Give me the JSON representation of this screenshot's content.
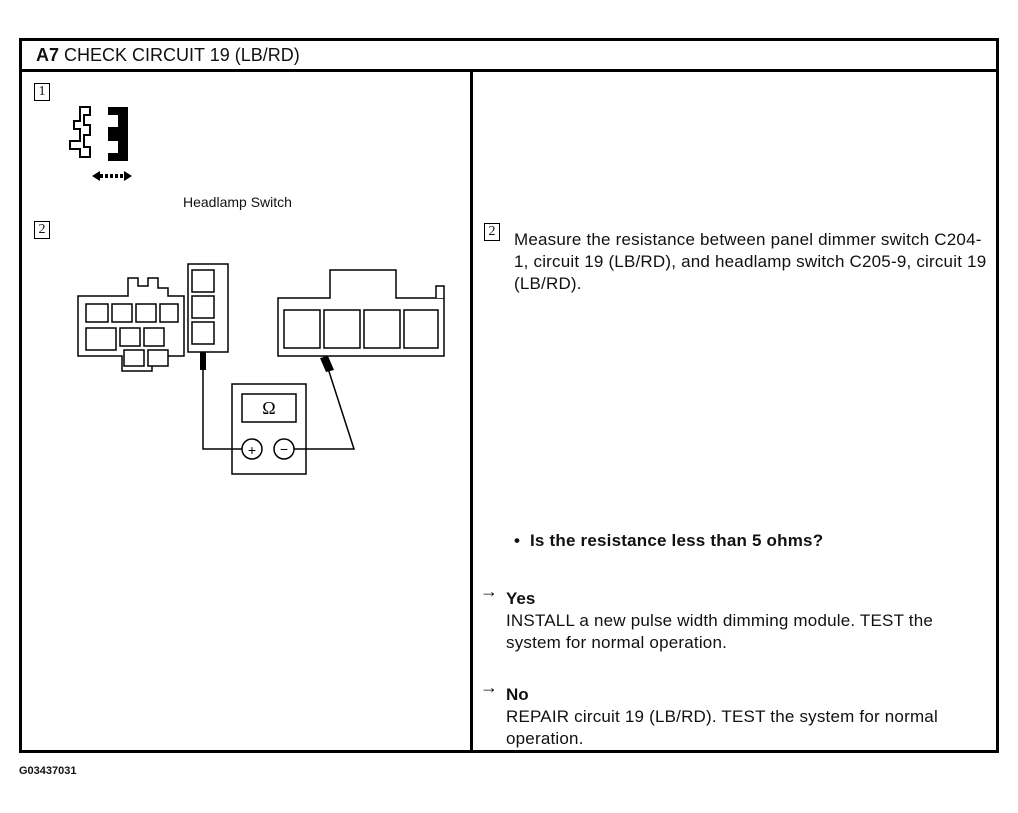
{
  "header": {
    "step_id": "A7",
    "title": "CHECK CIRCUIT 19 (LB/RD)"
  },
  "left": {
    "step1_number": "1",
    "step1_caption": "Headlamp Switch",
    "step2_number": "2",
    "meter_symbol": "Ω",
    "plus_symbol": "+",
    "minus_symbol": "−"
  },
  "right": {
    "step2_number": "2",
    "instruction": "Measure the resistance between panel dimmer switch C204-1, circuit 19 (LB/RD), and headlamp switch C205-9, circuit 19 (LB/RD).",
    "question": "Is the resistance less than 5 ohms?",
    "answers": [
      {
        "arrow": "→",
        "label": "Yes",
        "text": "INSTALL a new pulse width dimming module. TEST the system for normal operation."
      },
      {
        "arrow": "→",
        "label": "No",
        "text": "REPAIR circuit 19 (LB/RD). TEST the system for normal operation."
      }
    ]
  },
  "figure_id": "G03437031"
}
